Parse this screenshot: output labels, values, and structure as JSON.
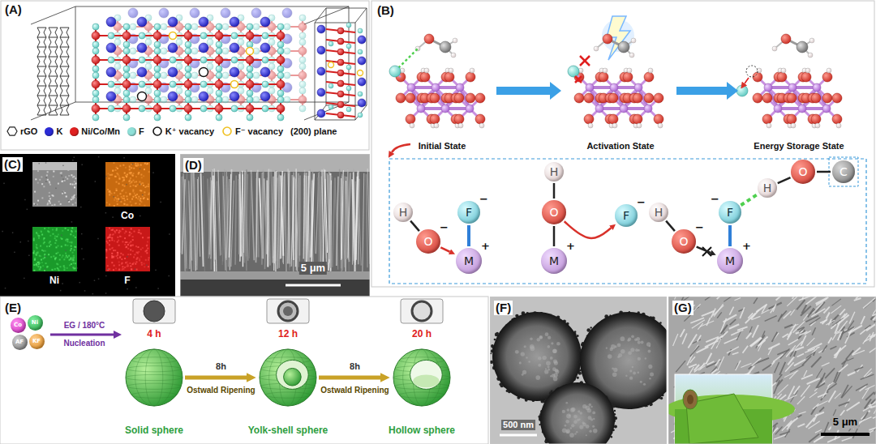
{
  "diagram": {
    "nodes": [
      {
        "text": [
          "H"
        ]
      },
      {
        "text": [
          "O",
          "−"
        ]
      },
      {
        "text": [
          "F",
          "−"
        ]
      },
      {
        "text": [
          "M",
          "+"
        ]
      },
      {
        "text": [
          "H"
        ]
      },
      {
        "text": [
          "O"
        ]
      },
      {
        "text": [
          "F",
          "−"
        ]
      },
      {
        "text": [
          "M",
          "+"
        ]
      },
      {
        "text": [
          "H"
        ]
      },
      {
        "text": [
          "O",
          "−"
        ]
      },
      {
        "text": [
          "F",
          "−"
        ]
      },
      {
        "text": [
          "M",
          "+"
        ]
      },
      {
        "text": [
          "H"
        ]
      },
      {
        "text": [
          "O"
        ]
      },
      {
        "text": [
          "C"
        ]
      },
      {
        "text": [
          "Co"
        ]
      },
      {
        "text": [
          "Ni"
        ]
      },
      {
        "text": [
          "AF"
        ]
      },
      {
        "text": [
          "KF"
        ]
      },
      {
        "text": [
          "4 h",
          "Solid sphere"
        ]
      },
      {
        "text": [
          "12 h",
          "Yolk-shell sphere"
        ]
      },
      {
        "text": [
          "20 h",
          "Hollow sphere"
        ]
      }
    ],
    "edges": [
      {
        "from": 0,
        "to": 1,
        "arrow": "none"
      },
      {
        "from": 1,
        "to": 3,
        "arrow": "to"
      },
      {
        "from": 2,
        "to": 3,
        "arrow": "none"
      },
      {
        "from": 4,
        "to": 5,
        "arrow": "none"
      },
      {
        "from": 5,
        "to": 7,
        "arrow": "none"
      },
      {
        "from": 5,
        "to": 6,
        "arrow": "to"
      },
      {
        "from": 8,
        "to": 9,
        "arrow": "none"
      },
      {
        "from": 9,
        "to": 11,
        "arrow": "to"
      },
      {
        "from": 10,
        "to": 11,
        "arrow": "none"
      },
      {
        "from": 10,
        "to": 12,
        "arrow": "none"
      },
      {
        "from": 12,
        "to": 13,
        "arrow": "none"
      },
      {
        "from": 13,
        "to": 14,
        "arrow": "none"
      },
      {
        "from": 19,
        "to": 20,
        "label": "8h",
        "arrow": "to"
      },
      {
        "from": 20,
        "to": 21,
        "label": "8h",
        "arrow": "to"
      }
    ],
    "labels": [
      "(A)",
      "(B)",
      "Initial State",
      "Activation State",
      "Energy Storage State",
      "(C)",
      "Co",
      "Ni",
      "F",
      "(D)",
      "5 μm",
      "(E)",
      "EG / 180°C",
      "Nucleation",
      "Ostwald Ripening",
      "Ostwald Ripening",
      "(F)",
      "500 nm",
      "(G)",
      "5 μm",
      "(200) plane"
    ],
    "legend": [
      {
        "text": "rGO"
      },
      {
        "text": "K",
        "color": "#2b2bd6"
      },
      {
        "text": "Ni/Co/Mn",
        "color": "#e02020"
      },
      {
        "text": "F",
        "color": "#8fe0d8"
      },
      {
        "text": "K⁺ vacancy"
      },
      {
        "text": "F⁻ vacancy"
      }
    ]
  }
}
